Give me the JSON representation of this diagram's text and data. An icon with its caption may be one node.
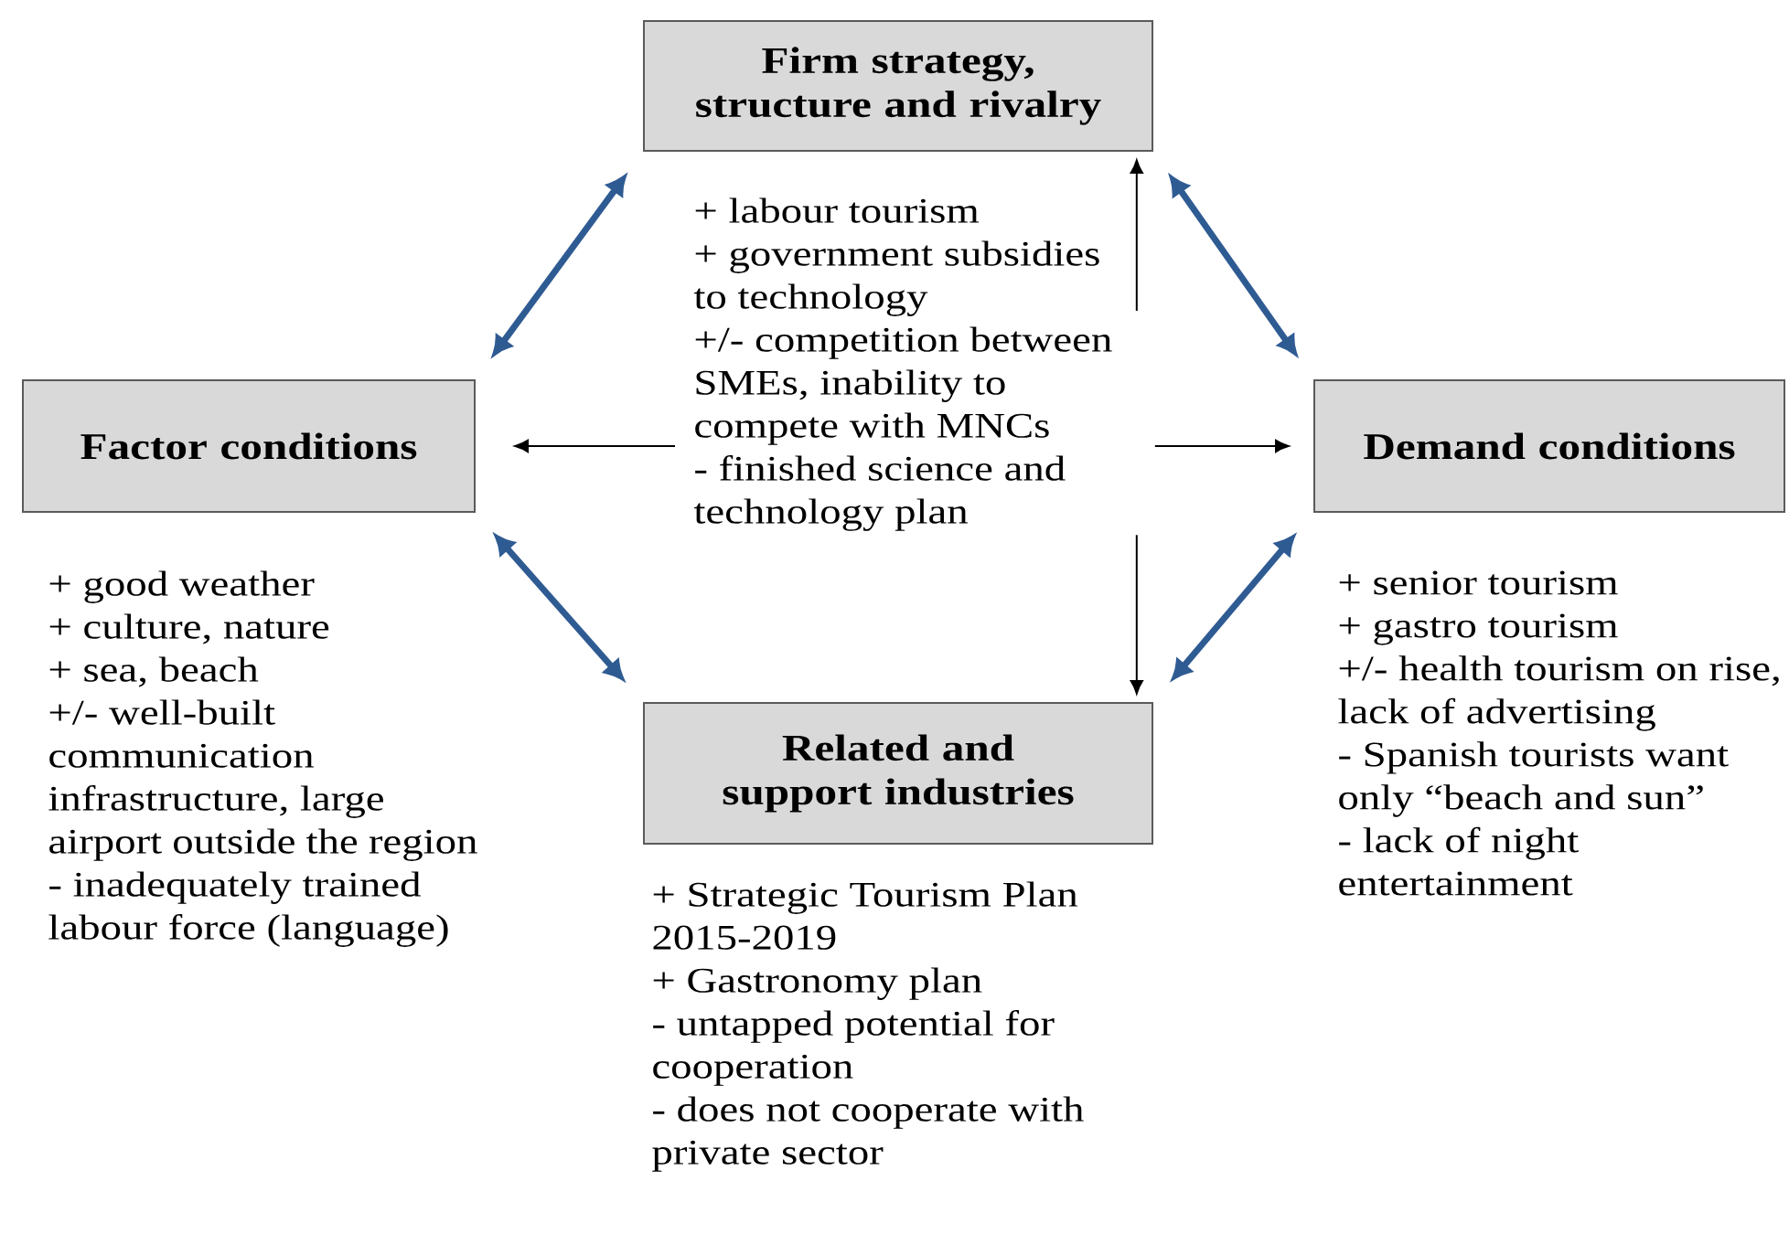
{
  "diagram": {
    "nodes": [
      {
        "text": [
          "Firm strategy, structure and rivalry"
        ]
      },
      {
        "text": [
          "Factor conditions"
        ],
        "beside": [
          "+ good weather",
          "+ culture, nature",
          "+ sea, beach",
          "+/- well-built communication infrastructure, large airport outside the region",
          "- inadequately trained labour force (language)"
        ]
      },
      {
        "text": [
          "+ labour tourism",
          "+ government subsidies to technology",
          "+/- competition between SMEs, inability to compete with MNCs",
          "- finished science and technology plan"
        ]
      },
      {
        "text": [
          "Demand conditions"
        ],
        "beside": [
          "+ senior tourism",
          "+ gastro tourism",
          "+/- health tourism on rise, lack of advertising",
          "- Spanish tourists want only “beach and sun”",
          "- lack of night entertainment"
        ]
      },
      {
        "text": [
          "Related and support industries"
        ],
        "beside": [
          "+ Strategic Tourism Plan 2015-2019",
          "+ Gastronomy plan",
          "- untapped potential for cooperation",
          "- does not cooperate with private sector"
        ]
      }
    ],
    "edges": [
      {
        "from": 0,
        "to": 1,
        "arrow": "both",
        "style": "thick",
        "color": "#2f5b93"
      },
      {
        "from": 0,
        "to": 3,
        "arrow": "both",
        "style": "thick",
        "color": "#2f5b93"
      },
      {
        "from": 1,
        "to": 4,
        "arrow": "both",
        "style": "thick",
        "color": "#2f5b93"
      },
      {
        "from": 3,
        "to": 4,
        "arrow": "both",
        "style": "thick",
        "color": "#2f5b93"
      },
      {
        "from": 2,
        "to": 0,
        "arrow": "to",
        "color": "#000000"
      },
      {
        "from": 2,
        "to": 1,
        "arrow": "to",
        "color": "#000000"
      },
      {
        "from": 2,
        "to": 3,
        "arrow": "to",
        "color": "#000000"
      },
      {
        "from": 2,
        "to": 4,
        "arrow": "to",
        "color": "#000000"
      }
    ]
  }
}
